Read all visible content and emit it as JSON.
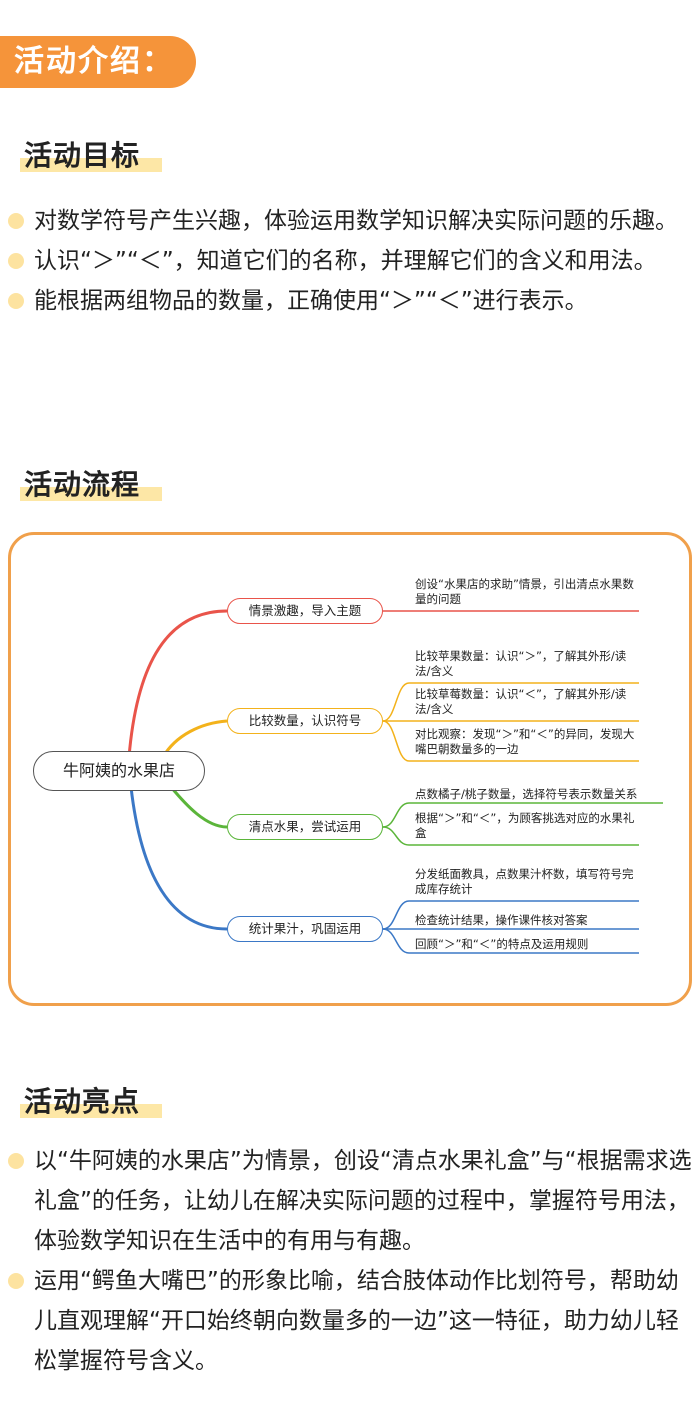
{
  "banner": {
    "text": "活动介绍："
  },
  "goals": {
    "title": "活动目标",
    "items": [
      "对数学符号产生兴趣，体验运用数学知识解决实际问题的乐趣。",
      "认识“＞”“＜”，知道它们的名称，并理解它们的含义和用法。",
      "能根据两组物品的数量，正确使用“＞”“＜”进行表示。"
    ]
  },
  "process": {
    "title": "活动流程",
    "root": "牛阿姨的水果店",
    "branches": [
      {
        "label": "情景激趣，导入主题",
        "color": "#e9544a",
        "leaves": [
          "创设“水果店的求助”情景，引出清点水果数量的问题"
        ]
      },
      {
        "label": "比较数量，认识符号",
        "color": "#f3b21b",
        "leaves": [
          "比较苹果数量：认识“＞”，了解其外形/读法/含义",
          "比较草莓数量：认识“＜”，了解其外形/读法/含义",
          "对比观察：发现“＞”和“＜”的异同，发现大嘴巴朝数量多的一边"
        ]
      },
      {
        "label": "清点水果，尝试运用",
        "color": "#5bb53a",
        "leaves": [
          "点数橘子/桃子数量，选择符号表示数量关系",
          "根据“＞”和“＜”，为顾客挑选对应的水果礼盒"
        ]
      },
      {
        "label": "统计果汁，巩固运用",
        "color": "#3b78c6",
        "leaves": [
          "分发纸面教具，点数果汁杯数，填写符号完成库存统计",
          "检查统计结果，操作课件核对答案",
          "回顾“＞”和“＜”的特点及运用规则"
        ]
      }
    ]
  },
  "highlights": {
    "title": "活动亮点",
    "items": [
      "以“牛阿姨的水果店”为情景，创设“清点水果礼盒”与“根据需求选礼盒”的任务，让幼儿在解决实际问题的过程中，掌握符号用法，体验数学知识在生活中的有用与有趣。",
      "运用“鳄鱼大嘴巴”的形象比喻，结合肢体动作比划符号，帮助幼儿直观理解“开口始终朝向数量多的一边”这一特征，助力幼儿轻松掌握符号含义。"
    ]
  }
}
